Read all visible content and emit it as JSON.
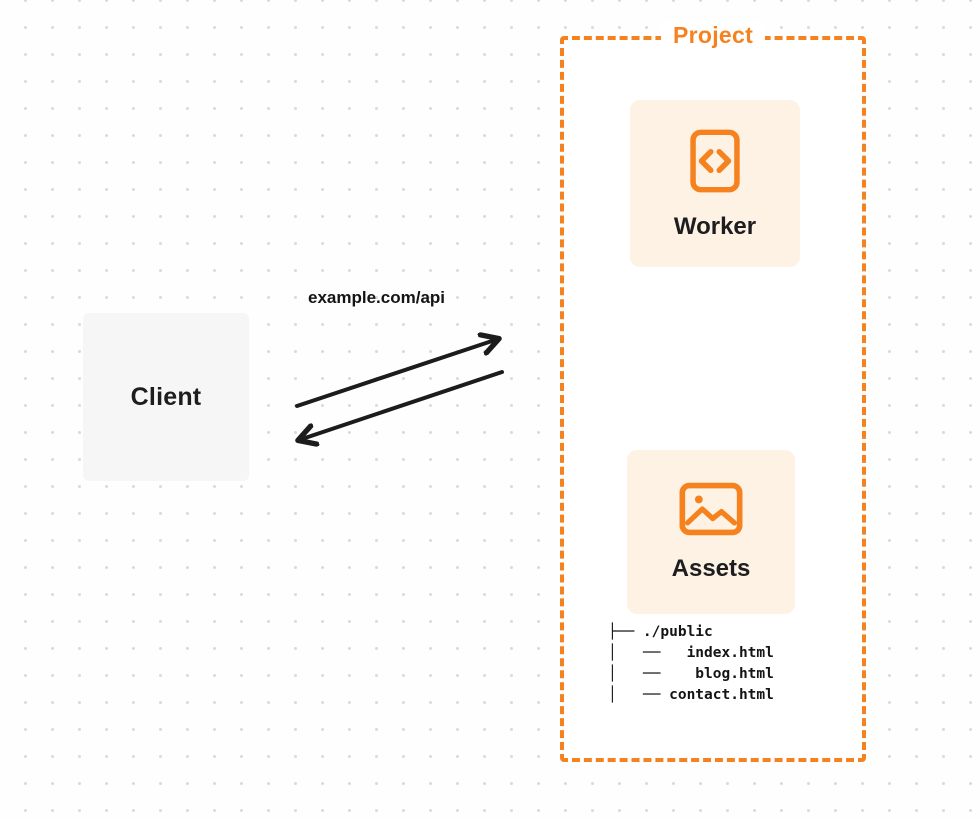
{
  "diagram": {
    "client": {
      "label": "Client"
    },
    "request_label": "example.com/api",
    "project": {
      "label": "Project",
      "worker": {
        "label": "Worker",
        "icon": "code-icon"
      },
      "assets": {
        "label": "Assets",
        "icon": "image-icon"
      },
      "file_tree": {
        "root": "./public",
        "files": [
          "index.html",
          "blog.html",
          "contact.html"
        ],
        "lines": [
          "├── ./public",
          "│   ──   index.html",
          "│   ──    blog.html",
          "│   ── contact.html"
        ]
      }
    },
    "colors": {
      "accent_orange": "#F6821F",
      "card_background": "#FDF2E3",
      "client_background": "#F6F6F6",
      "arrow_black": "#1C1C1C",
      "page_background": "#FEFEFE",
      "dot_grid": "#DBDBDB"
    }
  }
}
